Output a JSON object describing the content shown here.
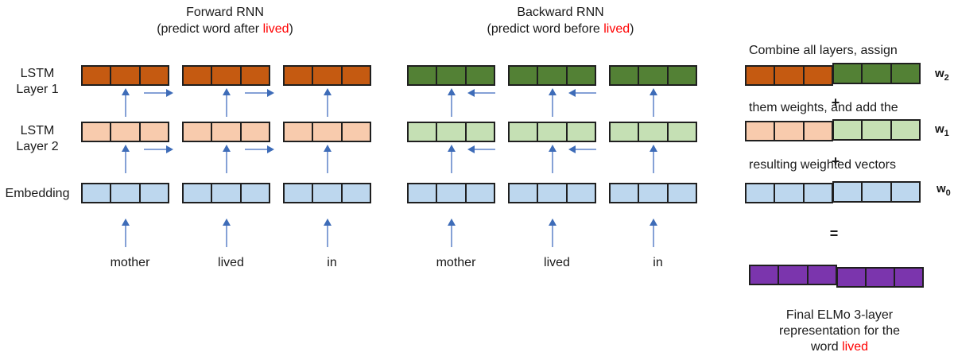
{
  "diagram": {
    "left_labels": {
      "layer1": [
        "LSTM",
        "Layer 1"
      ],
      "layer2": [
        "LSTM",
        "Layer 2"
      ],
      "embedding": [
        "Embedding"
      ]
    },
    "forward": {
      "title": "Forward RNN",
      "subtitle_prefix": "(predict word after ",
      "highlight_word": "lived",
      "subtitle_suffix": ")",
      "words": [
        "mother",
        "lived",
        "in"
      ]
    },
    "backward": {
      "title": "Backward RNN",
      "subtitle_prefix": "(predict word before ",
      "highlight_word": "lived",
      "subtitle_suffix": ")",
      "words": [
        "mother",
        "lived",
        "in"
      ]
    },
    "combine": {
      "title_lines": [
        "Combine all layers, assign",
        "them weights, and add the",
        "resulting weighted vectors"
      ],
      "weight_labels": [
        {
          "base": "w",
          "sub": "2"
        },
        {
          "base": "w",
          "sub": "1"
        },
        {
          "base": "w",
          "sub": "0"
        }
      ],
      "plus": "+",
      "equals": "=",
      "caption_lines": [
        "Final ELMo 3-layer",
        "representation for the"
      ],
      "caption_prefix": "word ",
      "caption_highlight": "lived"
    },
    "colors": {
      "layer1_forward": "#C55A11",
      "layer2_forward": "#F8CBAD",
      "layer1_backward": "#538135",
      "layer2_backward": "#C5E0B4",
      "embedding": "#BDD7EE",
      "final": "#7B35AD",
      "arrow_shaft": "#85A1D6",
      "arrow_head": "#3E6CB8",
      "box_border": "#1F1F1F",
      "highlight": "#FF0000"
    }
  }
}
